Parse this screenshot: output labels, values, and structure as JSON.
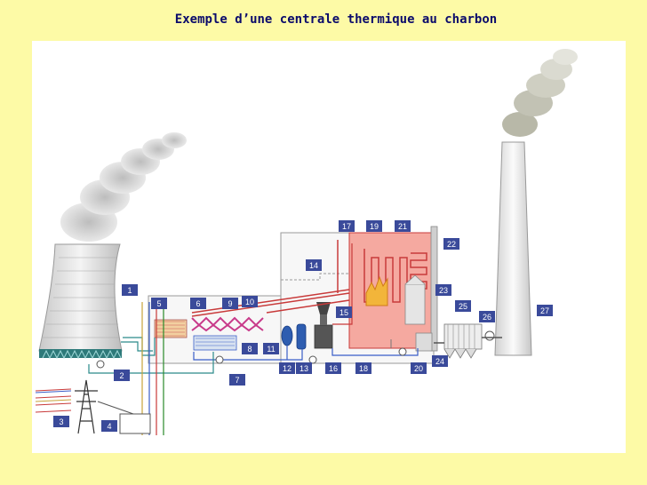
{
  "title": "Exemple d’une centrale thermique au charbon",
  "labels": [
    "1",
    "2",
    "3",
    "4",
    "5",
    "6",
    "7",
    "8",
    "9",
    "10",
    "11",
    "12",
    "13",
    "14",
    "15",
    "16",
    "17",
    "18",
    "19",
    "20",
    "21",
    "22",
    "23",
    "24",
    "25",
    "26",
    "27"
  ],
  "colors": {
    "background": "#fdfaa6",
    "title": "#0b0b6b",
    "badge": "#3a4a9a",
    "boiler": "#f5a9a0",
    "pipe_red": "#c83a3a",
    "pipe_blue": "#3a5ec8",
    "pipe_teal": "#2a8a8a"
  }
}
